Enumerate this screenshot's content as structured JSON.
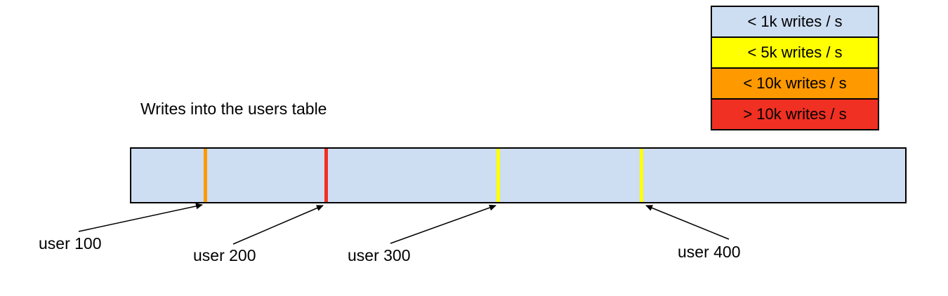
{
  "title": "Writes into the users table",
  "legend": {
    "items": [
      {
        "label": "< 1k writes / s",
        "color": "#cdddf2"
      },
      {
        "label": "< 5k writes / s",
        "color": "#ffff00"
      },
      {
        "label": "< 10k writes / s",
        "color": "#ff9900"
      },
      {
        "label": "> 10k writes / s",
        "color": "#f03022"
      }
    ]
  },
  "bar": {
    "fill": "#cdddf2",
    "border": "#000000",
    "ticks": [
      {
        "id": "user-100",
        "color": "#ff9900",
        "position_pct": 9.5
      },
      {
        "id": "user-200",
        "color": "#f03022",
        "position_pct": 25.1
      },
      {
        "id": "user-300",
        "color": "#ffff00",
        "position_pct": 47.4
      },
      {
        "id": "user-400",
        "color": "#ffff00",
        "position_pct": 65.9
      }
    ]
  },
  "callouts": [
    {
      "label": "user 100"
    },
    {
      "label": "user 200"
    },
    {
      "label": "user 300"
    },
    {
      "label": "user 400"
    }
  ]
}
